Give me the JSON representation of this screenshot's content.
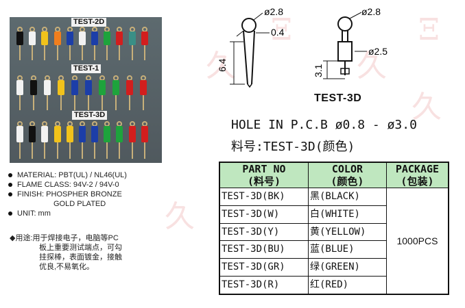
{
  "photo": {
    "label_2d": "TEST-2D",
    "label_1": "TEST-1",
    "label_3d": "TEST-3D",
    "colors": {
      "black": "#111111",
      "white": "#f2f2f2",
      "yellow": "#f1c21b",
      "orange": "#f07e1e",
      "blue": "#1c3ea8",
      "green": "#1ea33c",
      "red": "#d21e1e",
      "teal": "#3a8f86",
      "wire": "#c8b07a"
    }
  },
  "specs": {
    "material": "MATERIAL: PBT(UL) / NL46(UL)",
    "flame": "FLAME CLASS: 94V-2 / 94V-0",
    "finish": "FINISH: PHOSPHER BRONZE",
    "finish2": "GOLD PLATED",
    "unit": "UNIT: mm"
  },
  "usage": {
    "line1": "◆用途:用于焊接电子，电脑等PC",
    "line2": "板上重要测试端点，可勾",
    "line3": "挂探棒，表面镀金，接触",
    "line4": "优良,不易氧化。"
  },
  "drawing_left": {
    "d1": "ø2.8",
    "d2": "0.4",
    "d3": "6.4"
  },
  "drawing_right": {
    "d1": "ø2.8",
    "d2": "ø2.5",
    "d3": "3.1"
  },
  "title_3d": "TEST-3D",
  "hole_text": "HOLE IN P.C.B ø0.8 - ø3.0",
  "part_title": "料号:TEST-3D(颜色)",
  "table": {
    "h_part": "PART NO",
    "h_part_cn": "(料号)",
    "h_color": "COLOR",
    "h_color_cn": "(颜色)",
    "h_pkg": "PACKAGE",
    "h_pkg_cn": "(包装)",
    "package": "1000PCS",
    "rows": [
      {
        "part": "TEST-3D(BK)",
        "color": "黑(BLACK)"
      },
      {
        "part": "TEST-3D(W)",
        "color": "白(WHITE)"
      },
      {
        "part": "TEST-3D(Y)",
        "color": "黄(YELLOW)"
      },
      {
        "part": "TEST-3D(BU)",
        "color": "蓝(BLUE)"
      },
      {
        "part": "TEST-3D(GR)",
        "color": "绿(GREEN)"
      },
      {
        "part": "TEST-3D(R)",
        "color": "红(RED)"
      }
    ]
  }
}
